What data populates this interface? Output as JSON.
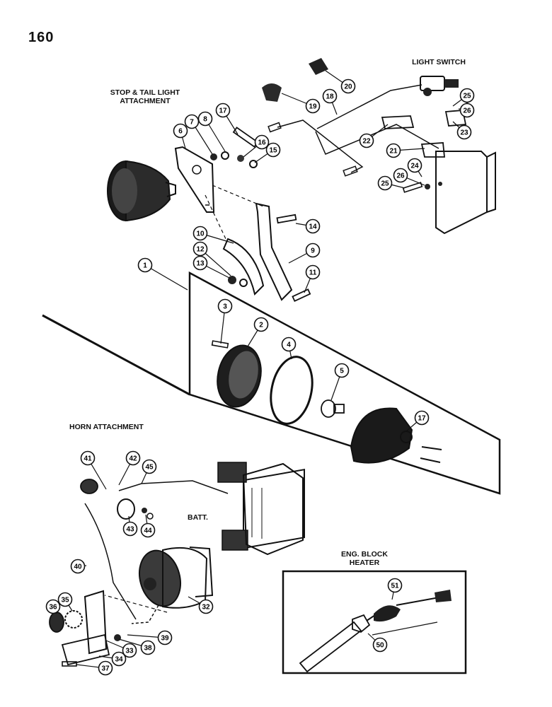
{
  "page_number": "160",
  "sections": {
    "stop_tail": "STOP & TAIL LIGHT ATTACHMENT",
    "stop_tail_line1": "STOP & TAIL LIGHT",
    "stop_tail_line2": "ATTACHMENT",
    "light_switch": "LIGHT SWITCH",
    "horn": "HORN ATTACHMENT",
    "eng_block_line1": "ENG. BLOCK",
    "eng_block_line2": "HEATER",
    "batt": "BATT."
  },
  "callouts": [
    {
      "id": "c1",
      "n": "1"
    },
    {
      "id": "c2",
      "n": "2"
    },
    {
      "id": "c3",
      "n": "3"
    },
    {
      "id": "c4",
      "n": "4"
    },
    {
      "id": "c5",
      "n": "5"
    },
    {
      "id": "c6",
      "n": "6"
    },
    {
      "id": "c7",
      "n": "7"
    },
    {
      "id": "c8",
      "n": "8"
    },
    {
      "id": "c9",
      "n": "9"
    },
    {
      "id": "c10",
      "n": "10"
    },
    {
      "id": "c11",
      "n": "11"
    },
    {
      "id": "c12",
      "n": "12"
    },
    {
      "id": "c13",
      "n": "13"
    },
    {
      "id": "c14",
      "n": "14"
    },
    {
      "id": "c15",
      "n": "15"
    },
    {
      "id": "c16",
      "n": "16"
    },
    {
      "id": "c17a",
      "n": "17"
    },
    {
      "id": "c17b",
      "n": "17"
    },
    {
      "id": "c18",
      "n": "18"
    },
    {
      "id": "c19",
      "n": "19"
    },
    {
      "id": "c20",
      "n": "20"
    },
    {
      "id": "c21",
      "n": "21"
    },
    {
      "id": "c22",
      "n": "22"
    },
    {
      "id": "c23",
      "n": "23"
    },
    {
      "id": "c24",
      "n": "24"
    },
    {
      "id": "c25a",
      "n": "25"
    },
    {
      "id": "c25b",
      "n": "25"
    },
    {
      "id": "c26a",
      "n": "26"
    },
    {
      "id": "c26b",
      "n": "26"
    },
    {
      "id": "c32",
      "n": "32"
    },
    {
      "id": "c33",
      "n": "33"
    },
    {
      "id": "c34",
      "n": "34"
    },
    {
      "id": "c35",
      "n": "35"
    },
    {
      "id": "c36",
      "n": "36"
    },
    {
      "id": "c37",
      "n": "37"
    },
    {
      "id": "c38",
      "n": "38"
    },
    {
      "id": "c39",
      "n": "39"
    },
    {
      "id": "c40",
      "n": "40"
    },
    {
      "id": "c41",
      "n": "41"
    },
    {
      "id": "c42",
      "n": "42"
    },
    {
      "id": "c43",
      "n": "43"
    },
    {
      "id": "c44",
      "n": "44"
    },
    {
      "id": "c45",
      "n": "45"
    },
    {
      "id": "c50",
      "n": "50"
    },
    {
      "id": "c51",
      "n": "51"
    }
  ]
}
